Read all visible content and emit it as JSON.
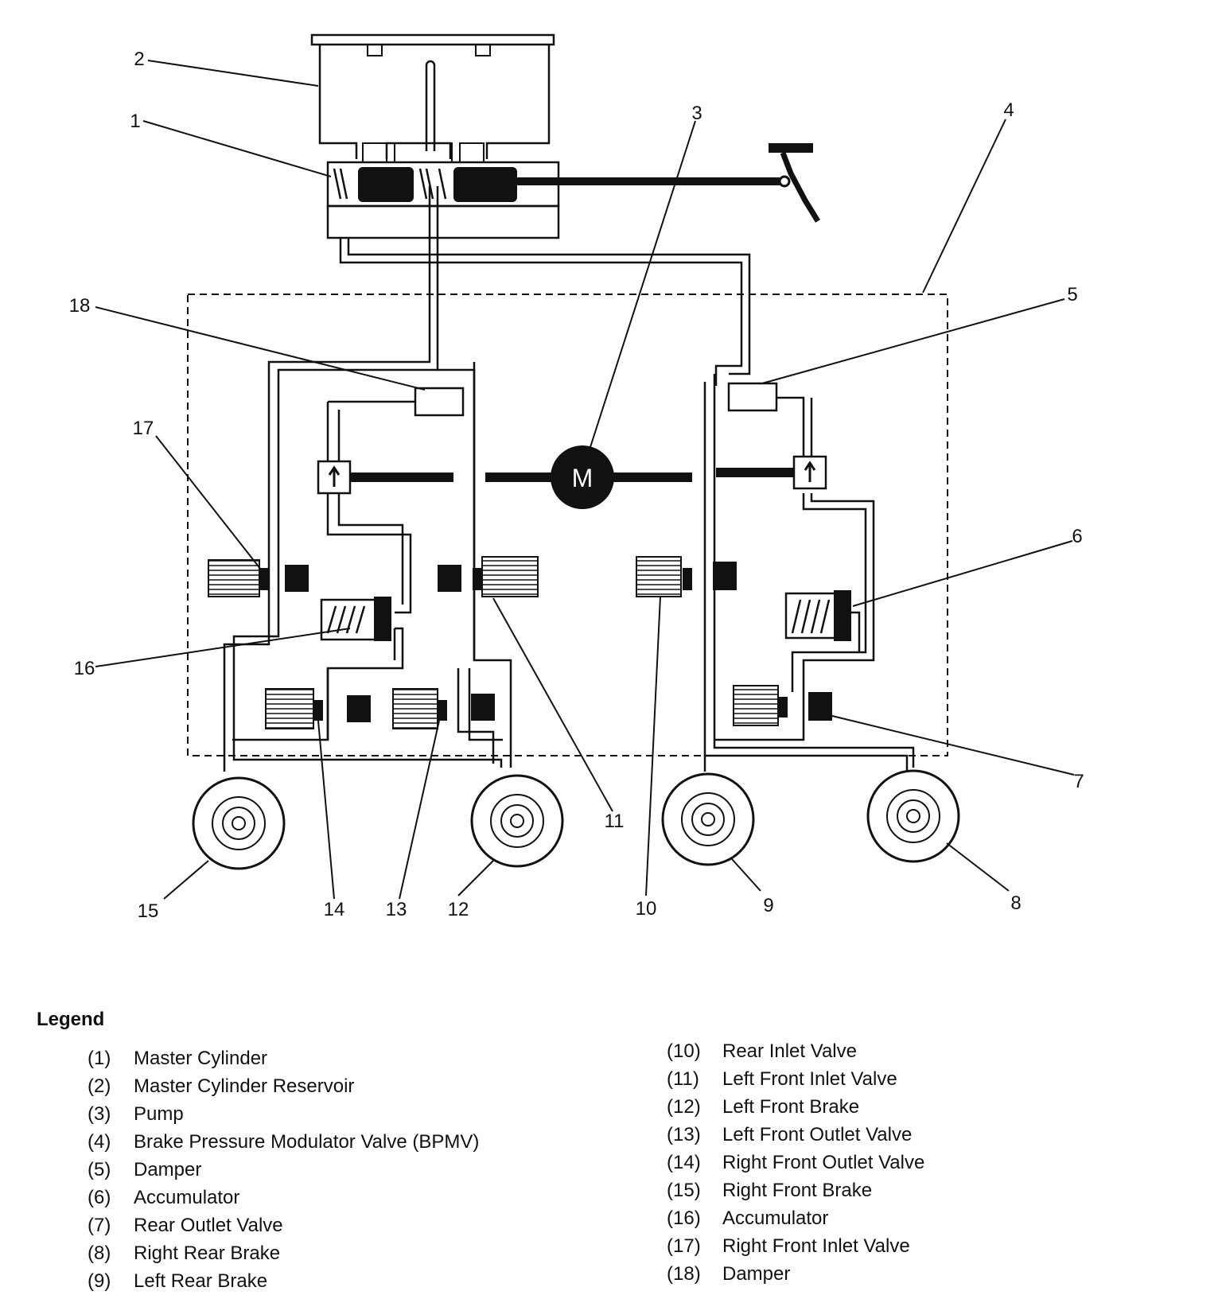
{
  "callouts": [
    "1",
    "2",
    "3",
    "4",
    "5",
    "6",
    "7",
    "8",
    "9",
    "10",
    "11",
    "12",
    "13",
    "14",
    "15",
    "16",
    "17",
    "18"
  ],
  "motor_label": "M",
  "legend": {
    "title": "Legend",
    "left": [
      {
        "num": "(1)",
        "label": "Master Cylinder"
      },
      {
        "num": "(2)",
        "label": "Master Cylinder Reservoir"
      },
      {
        "num": "(3)",
        "label": "Pump"
      },
      {
        "num": "(4)",
        "label": "Brake Pressure Modulator Valve (BPMV)"
      },
      {
        "num": "(5)",
        "label": "Damper"
      },
      {
        "num": "(6)",
        "label": "Accumulator"
      },
      {
        "num": "(7)",
        "label": "Rear Outlet Valve"
      },
      {
        "num": "(8)",
        "label": "Right Rear Brake"
      },
      {
        "num": "(9)",
        "label": "Left Rear Brake"
      }
    ],
    "right": [
      {
        "num": "(10)",
        "label": "Rear Inlet Valve"
      },
      {
        "num": "(11)",
        "label": "Left Front Inlet Valve"
      },
      {
        "num": "(12)",
        "label": "Left Front Brake"
      },
      {
        "num": "(13)",
        "label": "Left Front Outlet Valve"
      },
      {
        "num": "(14)",
        "label": "Right Front Outlet Valve"
      },
      {
        "num": "(15)",
        "label": "Right Front Brake"
      },
      {
        "num": "(16)",
        "label": "Accumulator"
      },
      {
        "num": "(17)",
        "label": "Right Front Inlet Valve"
      },
      {
        "num": "(18)",
        "label": "Damper"
      }
    ]
  }
}
